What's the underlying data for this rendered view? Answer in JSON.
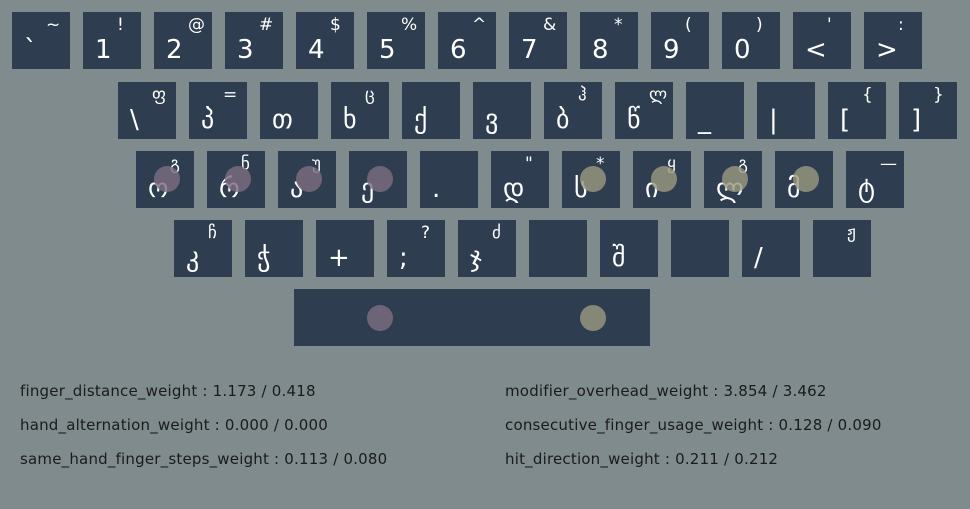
{
  "keyboard": {
    "rows": [
      [
        {
          "id": "k-grave",
          "main": "`",
          "shift": "~"
        },
        {
          "id": "k-1",
          "main": "1",
          "shift": "!"
        },
        {
          "id": "k-2",
          "main": "2",
          "shift": "@"
        },
        {
          "id": "k-3",
          "main": "3",
          "shift": "#"
        },
        {
          "id": "k-4",
          "main": "4",
          "shift": "$"
        },
        {
          "id": "k-5",
          "main": "5",
          "shift": "%"
        },
        {
          "id": "k-6",
          "main": "6",
          "shift": "^"
        },
        {
          "id": "k-7",
          "main": "7",
          "shift": "&"
        },
        {
          "id": "k-8",
          "main": "8",
          "shift": "*"
        },
        {
          "id": "k-9",
          "main": "9",
          "shift": "("
        },
        {
          "id": "k-0",
          "main": "0",
          "shift": ")"
        },
        {
          "id": "k-lt",
          "main": "<",
          "shift": "'"
        },
        {
          "id": "k-gt",
          "main": ">",
          "shift": ":"
        }
      ],
      [
        {
          "id": "k-backslash",
          "main": "\\",
          "shift": "ფ"
        },
        {
          "id": "k-q",
          "main": "პ",
          "shift": "="
        },
        {
          "id": "k-w",
          "main": "თ",
          "shift": ""
        },
        {
          "id": "k-e",
          "main": "ხ",
          "shift": "ც"
        },
        {
          "id": "k-r",
          "main": "ქ",
          "shift": ""
        },
        {
          "id": "k-t",
          "main": "ვ",
          "shift": ""
        },
        {
          "id": "k-y",
          "main": "ბ",
          "shift": "ჰ"
        },
        {
          "id": "k-u",
          "main": "წ",
          "shift": "ლ"
        },
        {
          "id": "k-i",
          "main": "_",
          "shift": ""
        },
        {
          "id": "k-o",
          "main": "|",
          "shift": ""
        },
        {
          "id": "k-p",
          "main": "[",
          "shift": "{"
        },
        {
          "id": "k-bracket",
          "main": "]",
          "shift": "}"
        }
      ],
      [
        {
          "id": "k-a",
          "main": "ო",
          "shift": "გ"
        },
        {
          "id": "k-s",
          "main": "რ",
          "shift": "ნ"
        },
        {
          "id": "k-d",
          "main": "ა",
          "shift": "უ"
        },
        {
          "id": "k-f",
          "main": "ე",
          "shift": ""
        },
        {
          "id": "k-g",
          "main": ".",
          "shift": ""
        },
        {
          "id": "k-h",
          "main": "დ",
          "shift": "\""
        },
        {
          "id": "k-j",
          "main": "ს",
          "shift": "*"
        },
        {
          "id": "k-k",
          "main": "ი",
          "shift": "ყ"
        },
        {
          "id": "k-l",
          "main": "ლ",
          "shift": "გ"
        },
        {
          "id": "k-semi",
          "main": "მ",
          "shift": ""
        },
        {
          "id": "k-quote",
          "main": "ტ",
          "shift": "—"
        }
      ],
      [
        {
          "id": "k-z",
          "main": "კ",
          "shift": "ჩ"
        },
        {
          "id": "k-x",
          "main": "ჭ",
          "shift": ""
        },
        {
          "id": "k-c",
          "main": "+",
          "shift": ""
        },
        {
          "id": "k-v",
          "main": ";",
          "shift": "?"
        },
        {
          "id": "k-b",
          "main": "ჯ",
          "shift": "ძ"
        },
        {
          "id": "k-n",
          "main": "",
          "shift": ""
        },
        {
          "id": "k-m",
          "main": "შ",
          "shift": ""
        },
        {
          "id": "k-comma",
          "main": "",
          "shift": ""
        },
        {
          "id": "k-slash",
          "main": "/",
          "shift": ""
        },
        {
          "id": "k-rshift",
          "main": "",
          "shift": "ჟ"
        }
      ]
    ],
    "home_dots": [
      {
        "key": "k-a",
        "hand": "left"
      },
      {
        "key": "k-s",
        "hand": "left"
      },
      {
        "key": "k-d",
        "hand": "left"
      },
      {
        "key": "k-f",
        "hand": "left"
      },
      {
        "key": "k-j",
        "hand": "right"
      },
      {
        "key": "k-k",
        "hand": "right"
      },
      {
        "key": "k-l",
        "hand": "right"
      },
      {
        "key": "k-semi",
        "hand": "right"
      }
    ],
    "thumb_dots": [
      {
        "hand": "left"
      },
      {
        "hand": "right"
      }
    ],
    "colors": {
      "background": "#7f8b8c",
      "key": "#2e3d4f",
      "legend": "#ffffff",
      "left_dot": "#7c6d80",
      "right_dot": "#9a9880"
    }
  },
  "metrics": {
    "left": [
      {
        "name": "finger_distance_weight",
        "value": "1.173",
        "target": "0.418"
      },
      {
        "name": "hand_alternation_weight",
        "value": "0.000",
        "target": "0.000"
      },
      {
        "name": "same_hand_finger_steps_weight",
        "value": "0.113",
        "target": "0.080"
      }
    ],
    "right": [
      {
        "name": "modifier_overhead_weight",
        "value": "3.854",
        "target": "3.462"
      },
      {
        "name": "consecutive_finger_usage_weight",
        "value": "0.128",
        "target": "0.090"
      },
      {
        "name": "hit_direction_weight",
        "value": "0.211",
        "target": "0.212"
      }
    ]
  }
}
